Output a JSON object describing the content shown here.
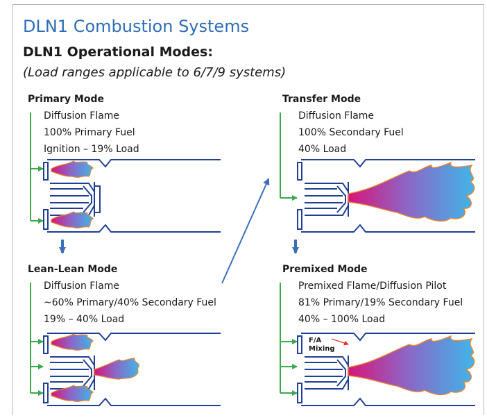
{
  "title": "DLN1 Combustion Systems",
  "heading": "DLN1 Operational Modes:",
  "subheading": "(Load ranges applicable to 6/7/9 systems)",
  "colors": {
    "title": "#2f6db5",
    "hardware": "#1f3f93",
    "fuel_lines": "#3aa94a",
    "arrows": "#3a6fb8",
    "flame_root": "#d8157a",
    "flame_tip": "#3fb6ea",
    "flame_outline": "#e9852c",
    "mixing_arrow": "#e0342e"
  },
  "modes": {
    "primary": {
      "title": "Primary Mode",
      "lines": [
        "Diffusion Flame",
        "100% Primary Fuel",
        "Ignition – 19% Load"
      ]
    },
    "transfer": {
      "title": "Transfer Mode",
      "lines": [
        "Diffusion Flame",
        "100% Secondary Fuel",
        "40% Load"
      ]
    },
    "lean_lean": {
      "title": "Lean-Lean Mode",
      "lines": [
        "Diffusion Flame",
        "~60% Primary/40% Secondary Fuel",
        "19% – 40% Load"
      ]
    },
    "premixed": {
      "title": "Premixed Mode",
      "lines": [
        "Premixed Flame/Diffusion Pilot",
        "81% Primary/19% Secondary Fuel",
        "40% – 100% Load"
      ],
      "mixing_label_1": "F/A",
      "mixing_label_2": "Mixing"
    }
  }
}
